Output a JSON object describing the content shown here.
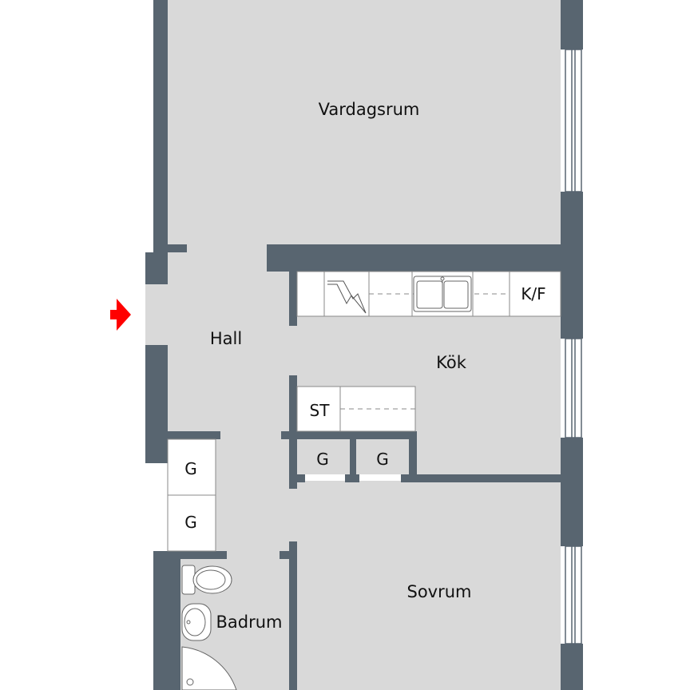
{
  "rooms": {
    "living": "Vardagsrum",
    "hall": "Hall",
    "kitchen": "Kök",
    "bedroom": "Sovrum",
    "bathroom": "Badrum"
  },
  "fixtures": {
    "fridge": "K/F",
    "wardrobe_st": "ST",
    "closet_1": "G",
    "closet_2": "G",
    "closet_3": "G",
    "closet_4": "G"
  },
  "colors": {
    "floor": "#d9d9d9",
    "wall": "#586570",
    "fixture": "#ffffff",
    "entrance_arrow": "#ff0000"
  }
}
